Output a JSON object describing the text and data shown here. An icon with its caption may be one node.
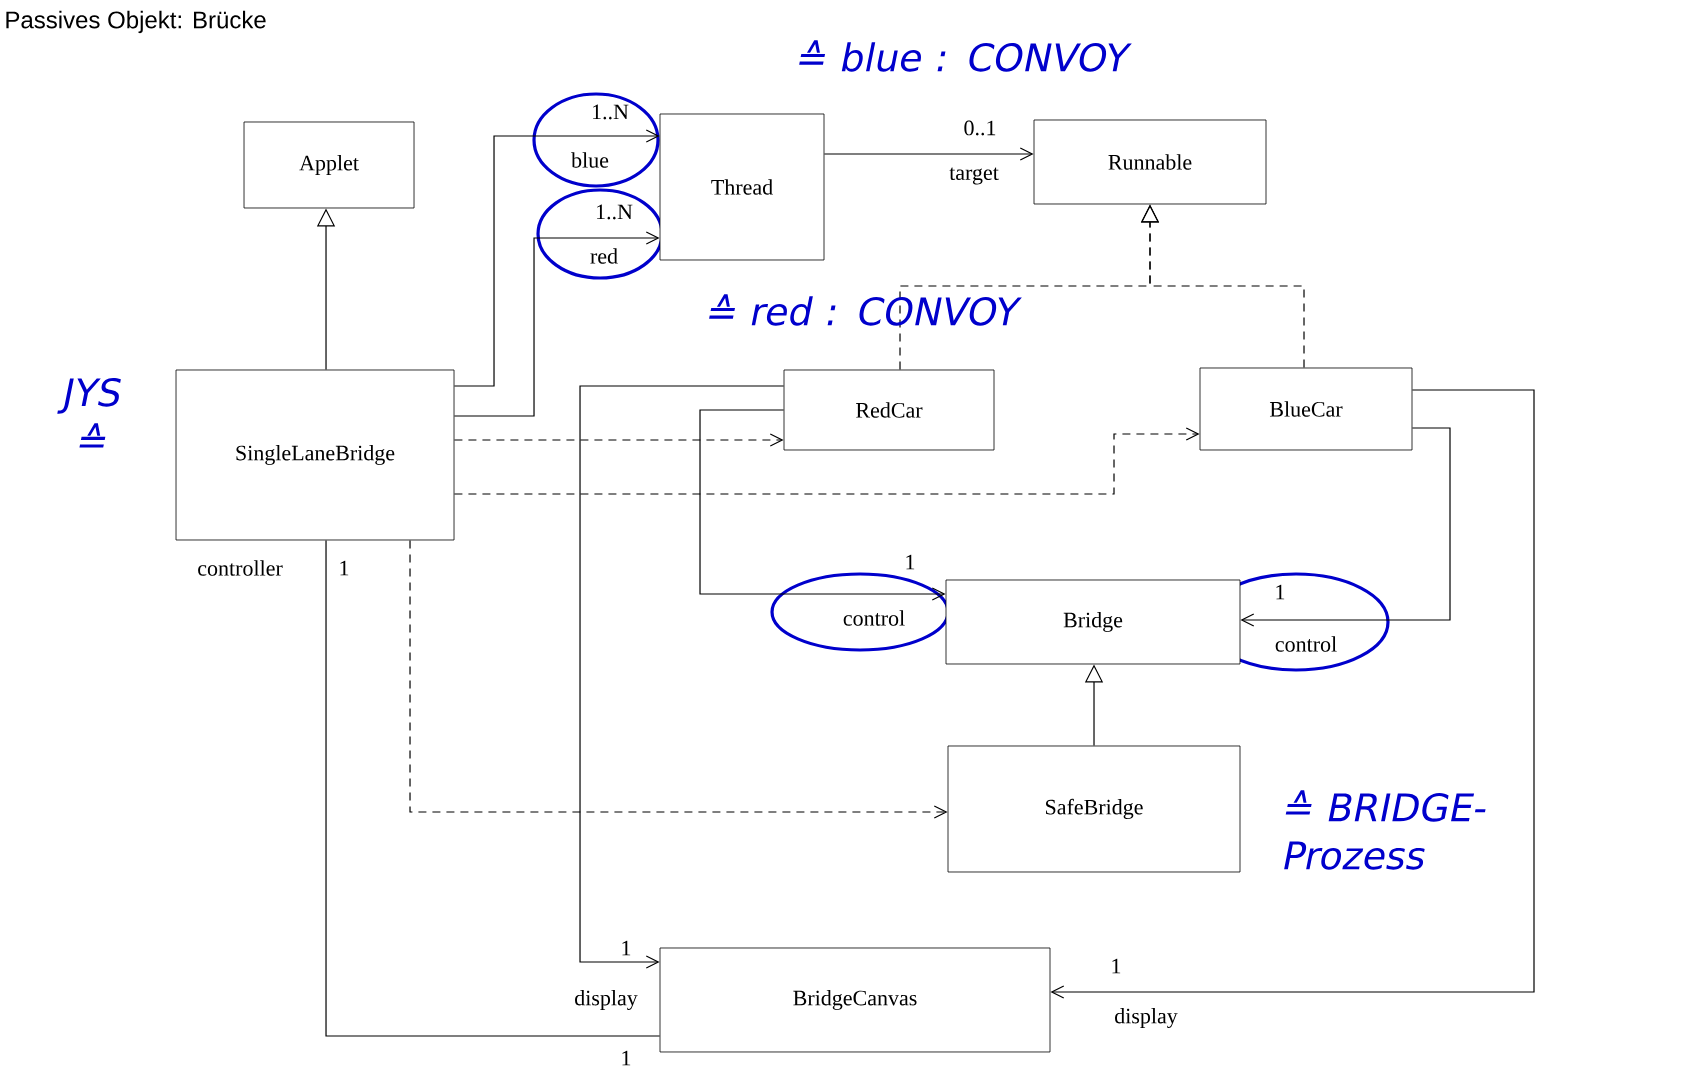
{
  "diagram": {
    "title": "Passives Objekt: Brücke",
    "nodes": [
      {
        "text": [
          "Applet"
        ]
      },
      {
        "text": [
          "Thread"
        ]
      },
      {
        "text": [
          "Runnable"
        ]
      },
      {
        "text": [
          "SingleLaneBridge"
        ]
      },
      {
        "text": [
          "RedCar"
        ]
      },
      {
        "text": [
          "BlueCar"
        ]
      },
      {
        "text": [
          "Bridge"
        ]
      },
      {
        "text": [
          "SafeBridge"
        ]
      },
      {
        "text": [
          "BridgeCanvas"
        ]
      }
    ],
    "edges": [
      {
        "from": 3,
        "to": 0,
        "arrow": "to"
      },
      {
        "from": 3,
        "to": 1,
        "arrow": "to",
        "label": "blue"
      },
      {
        "from": 3,
        "to": 1,
        "arrow": "to",
        "label": "red"
      },
      {
        "from": 1,
        "to": 2,
        "arrow": "to",
        "label": "target"
      },
      {
        "from": 4,
        "to": 2,
        "arrow": "to",
        "style": "dashed"
      },
      {
        "from": 5,
        "to": 2,
        "arrow": "to",
        "style": "dashed"
      },
      {
        "from": 3,
        "to": 4,
        "arrow": "to",
        "style": "dashed"
      },
      {
        "from": 3,
        "to": 5,
        "arrow": "to",
        "style": "dashed"
      },
      {
        "from": 4,
        "to": 6,
        "arrow": "to",
        "label": "control"
      },
      {
        "from": 5,
        "to": 6,
        "arrow": "to",
        "label": "control"
      },
      {
        "from": 7,
        "to": 6,
        "arrow": "to"
      },
      {
        "from": 3,
        "to": 7,
        "arrow": "to",
        "style": "dashed"
      },
      {
        "from": 4,
        "to": 8,
        "arrow": "to",
        "label": "display"
      },
      {
        "from": 5,
        "to": 8,
        "arrow": "to",
        "label": "display"
      },
      {
        "from": 3,
        "to": 8,
        "arrow": "none",
        "label": "controller"
      }
    ],
    "labels": [
      "≙ blue : CONVOY",
      "1..N",
      "0..1",
      "1..N",
      "≙ red : CONVOY",
      "JYS ≙",
      "1",
      "1",
      "1",
      "≙ BRIDGE- Prozess",
      "1",
      "1",
      "1"
    ]
  }
}
